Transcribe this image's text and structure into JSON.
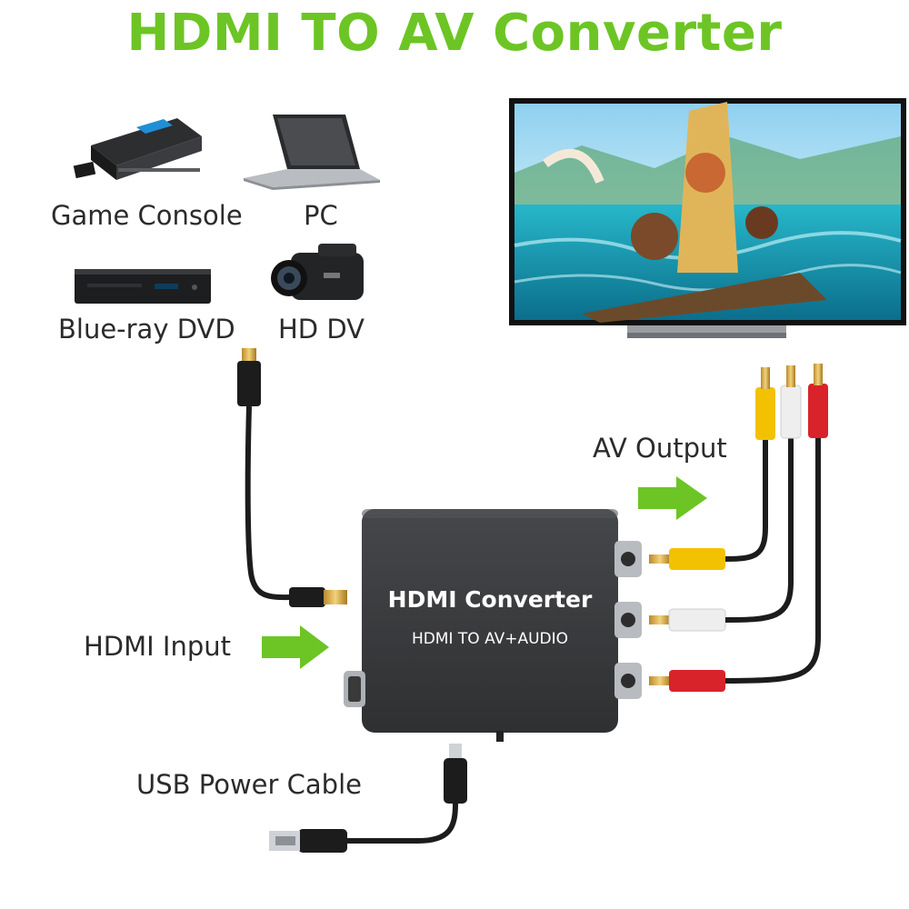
{
  "title": "HDMI TO AV Converter",
  "sources": [
    {
      "label": "Game Console",
      "icon": "game-console-icon"
    },
    {
      "label": "PC",
      "icon": "laptop-icon"
    },
    {
      "label": "Blue-ray DVD",
      "icon": "dvd-player-icon"
    },
    {
      "label": "HD DV",
      "icon": "camcorder-icon"
    }
  ],
  "device": {
    "name": "HDMI Converter",
    "subtitle": "HDMI TO AV+AUDIO"
  },
  "labels": {
    "hdmi_input": "HDMI Input",
    "av_output": "AV Output",
    "usb_power": "USB Power Cable"
  },
  "colors": {
    "title_green": "#6cc524",
    "arrow_green": "#6cc524",
    "rca_yellow": "#f2c200",
    "rca_white": "#eeeeee",
    "rca_red": "#d8232a",
    "device_body": "#3a3b3d"
  }
}
